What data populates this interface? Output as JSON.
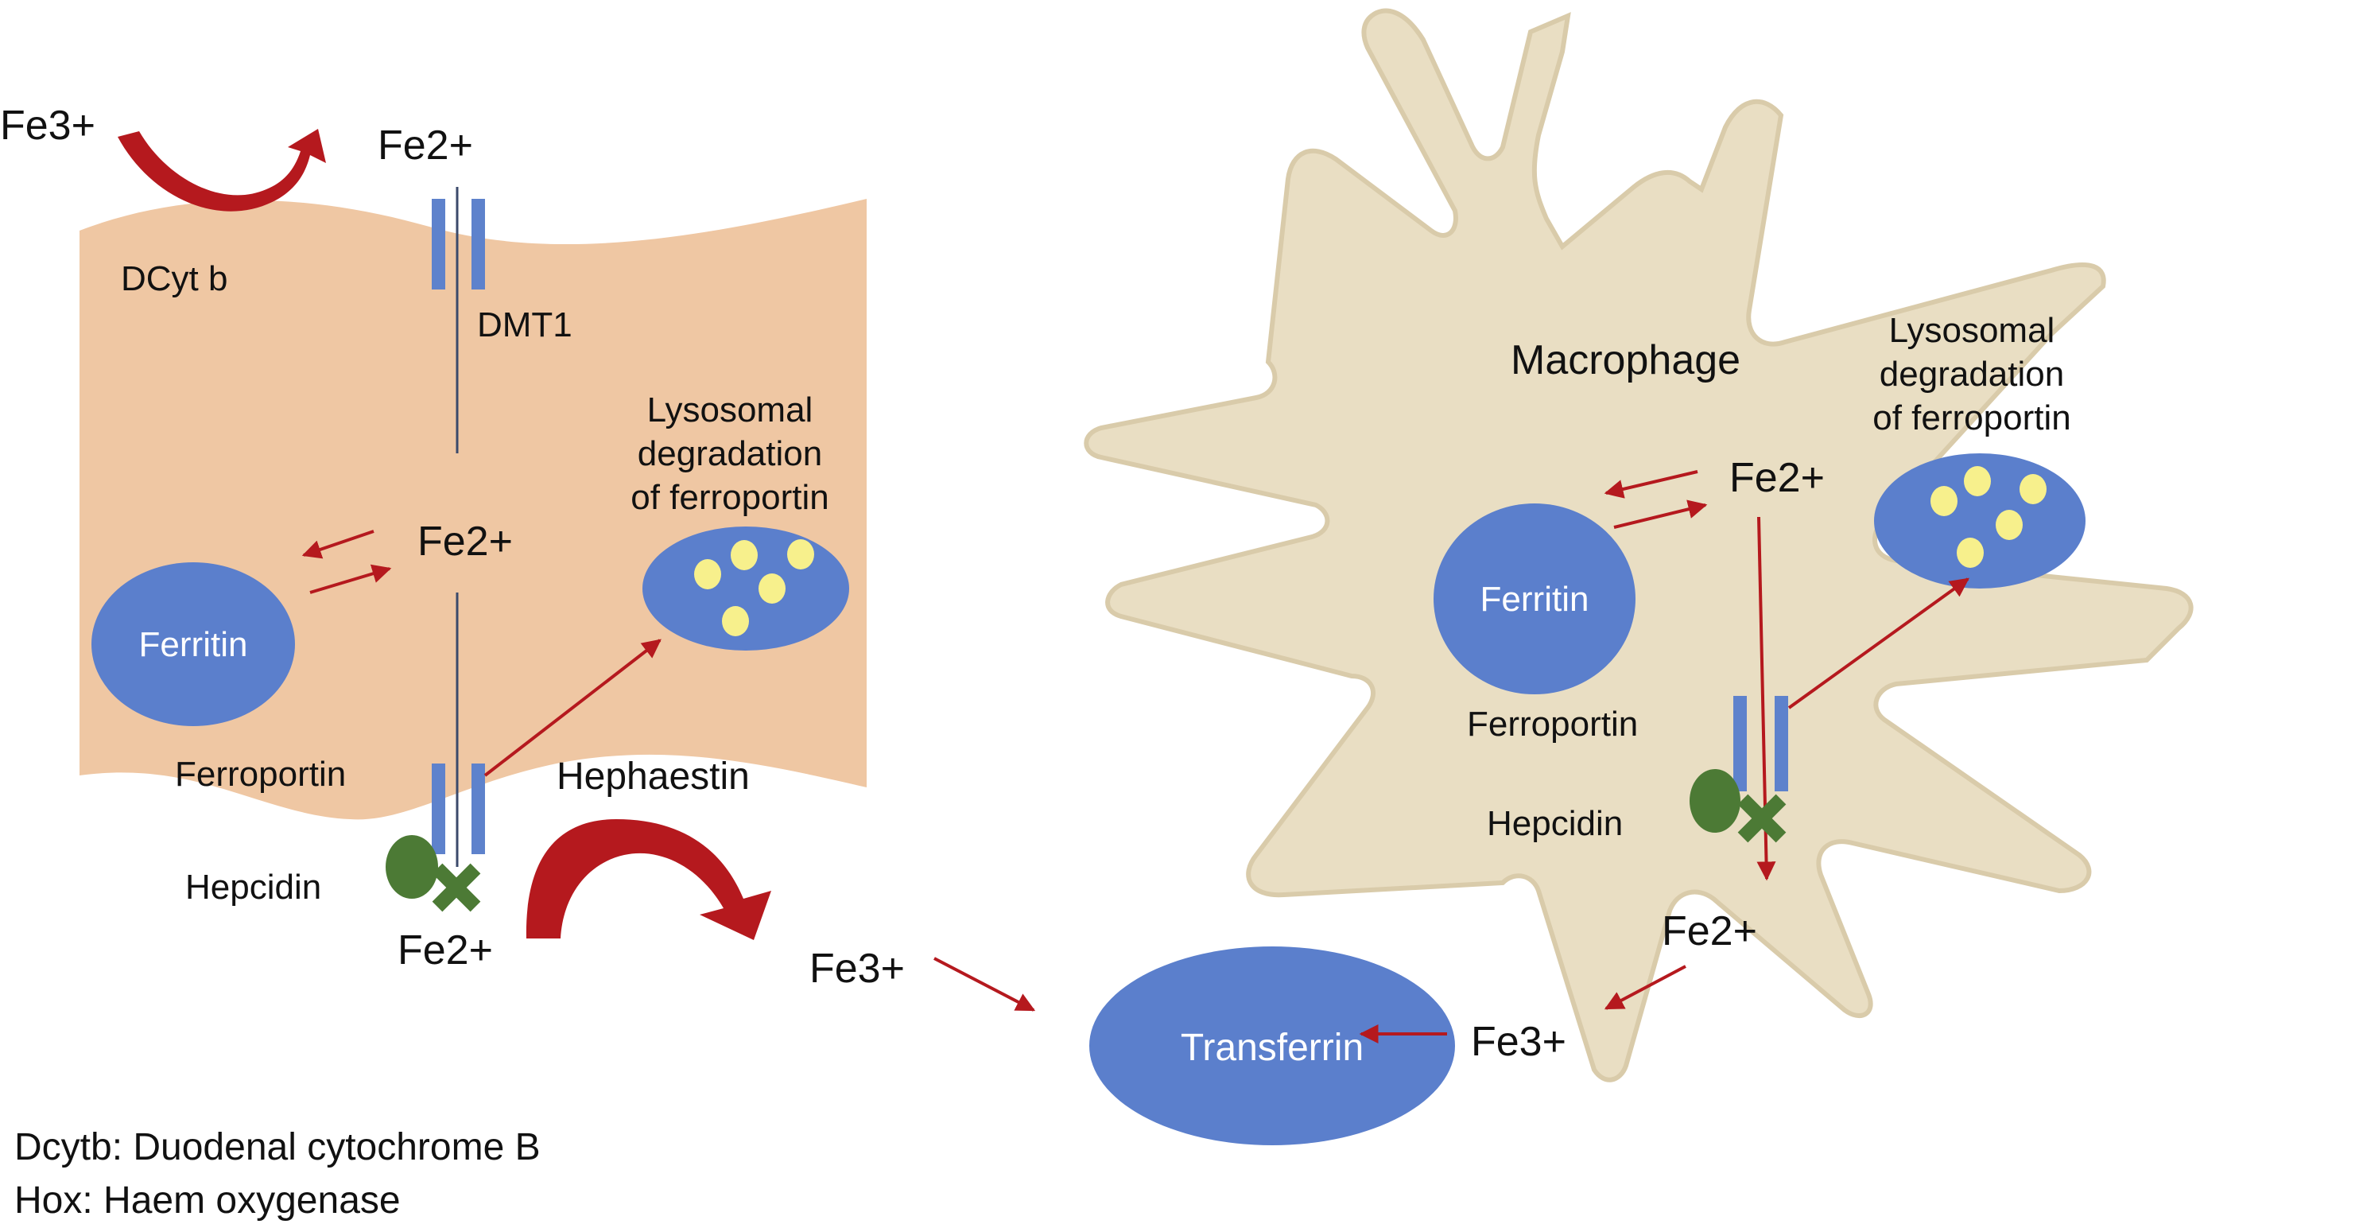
{
  "colors": {
    "enterocyte_fill": "#EFC7A3",
    "macrophage_fill": "#E9DEC3",
    "macrophage_edge": "#D9CBAA",
    "protein_blue": "#5B7FCC",
    "channel_blue": "#5E82CC",
    "vesicle_yellow": "#F7F08C",
    "arrow_red": "#B5191E",
    "hepcidin_green": "#4C7A35",
    "text": "#111111"
  },
  "enterocyte": {
    "fe3_top": "Fe3+",
    "fe2_top": "Fe2+",
    "dcytb": "DCyt b",
    "dmt1": "DMT1",
    "fe2_mid": "Fe2+",
    "ferritin": "Ferritin",
    "lysosomal_line1": "Lysosomal",
    "lysosomal_line2": "degradation",
    "lysosomal_line3": "of ferroportin",
    "ferroportin": "Ferroportin",
    "hephaestin": "Hephaestin",
    "hepcidin": "Hepcidin",
    "fe2_bottom": "Fe2+"
  },
  "macrophage": {
    "title": "Macrophage",
    "lysosomal_line1": "Lysosomal",
    "lysosomal_line2": "degradation",
    "lysosomal_line3": "of ferroportin",
    "fe2_inner": "Fe2+",
    "ferritin": "Ferritin",
    "ferroportin": "Ferroportin",
    "hepcidin": "Hepcidin",
    "fe2_outer": "Fe2+"
  },
  "transferrin": {
    "label": "Transferrin",
    "fe3_left": "Fe3+",
    "fe3_right": "Fe3+"
  },
  "legend": {
    "line1": "Dcytb: Duodenal cytochrome B",
    "line2": "Hox: Haem oxygenase"
  }
}
